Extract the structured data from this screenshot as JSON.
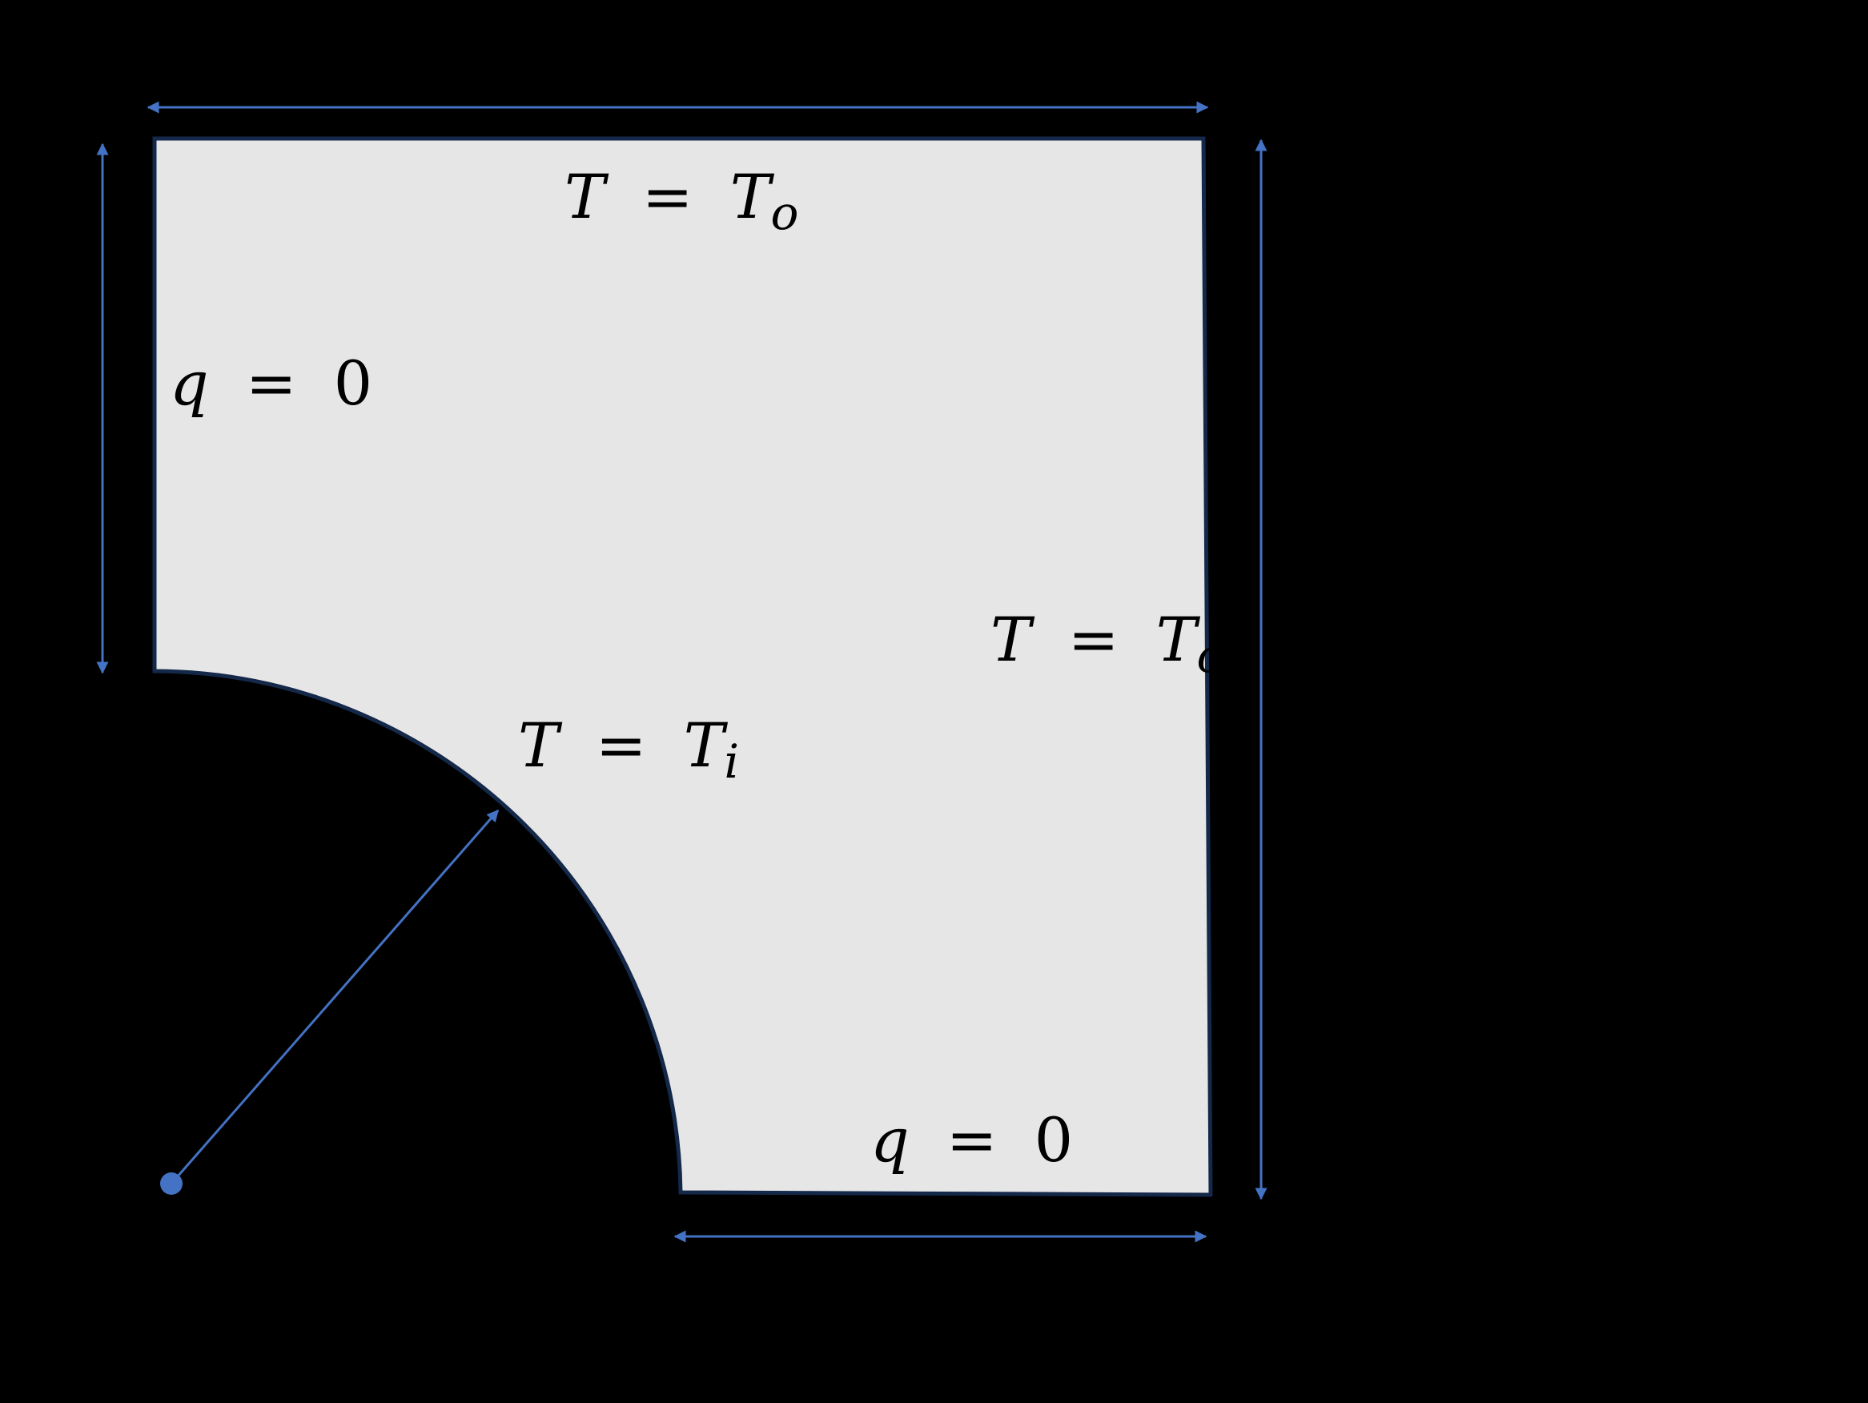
{
  "colors": {
    "background": "#000000",
    "plate_fill": "#e6e6e6",
    "plate_stroke": "#14284a",
    "dimension": "#4472c4",
    "text": "#000000"
  },
  "labels": {
    "top": {
      "var": "T",
      "eq": "=",
      "sym": "T",
      "sub": "o"
    },
    "right": {
      "var": "T",
      "eq": "=",
      "sym": "T",
      "sub": "o"
    },
    "arc": {
      "var": "T",
      "eq": "=",
      "sym": "T",
      "sub": "i"
    },
    "left": {
      "var": "q",
      "eq": "=",
      "val": "0"
    },
    "bottom": {
      "var": "q",
      "eq": "=",
      "val": "0"
    }
  }
}
